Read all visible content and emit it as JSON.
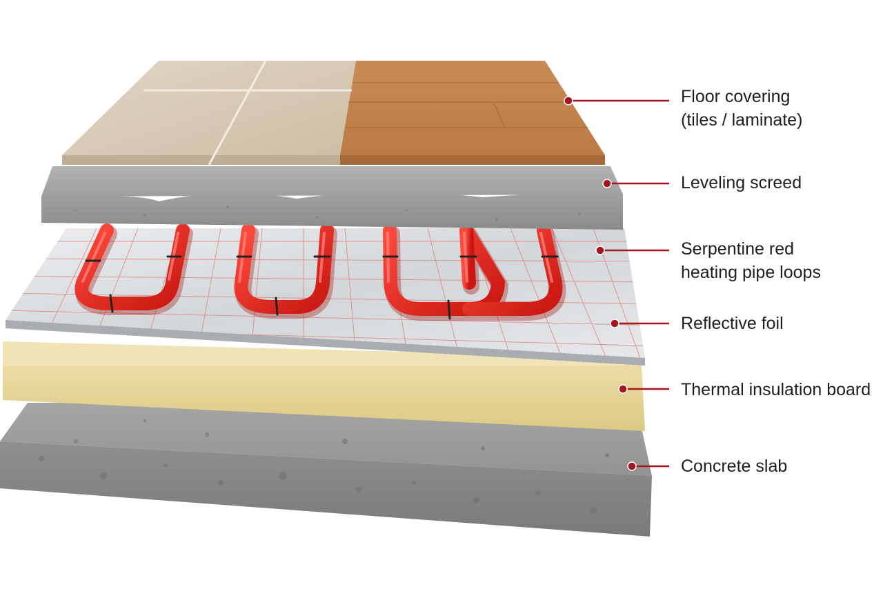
{
  "labels": {
    "floor_covering": {
      "line1": "Floor covering",
      "line2": "(tiles / laminate)"
    },
    "leveling_screed": "Leveling screed",
    "heating_pipes": {
      "line1": "Serpentine red",
      "line2": "heating pipe loops"
    },
    "reflective_foil": "Reflective foil",
    "insulation_board": "Thermal insulation board",
    "concrete_slab": "Concrete slab"
  },
  "colors": {
    "leader_line": "#a3161f",
    "pipe_red": "#e0231c",
    "tile": "#d6c7b0",
    "laminate": "#c98a52",
    "screed": "#9d9d9b",
    "foil": "#d9dbdd",
    "foil_grid": "#e07a7a",
    "insulation": "#e6d59b",
    "concrete": "#8e8e8c"
  }
}
